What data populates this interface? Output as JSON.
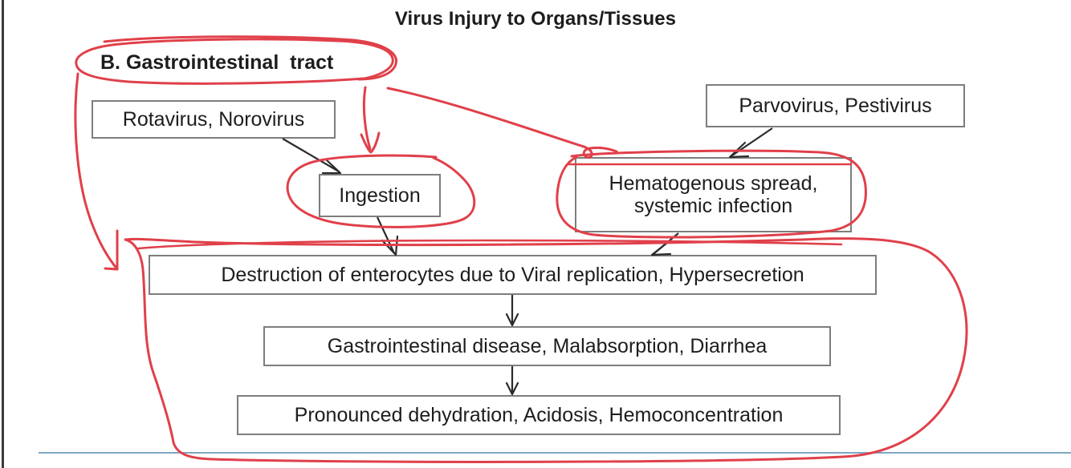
{
  "slide": {
    "title": "Virus Injury to Organs/Tissues",
    "section_heading": "B. Gastrointestinal  tract"
  },
  "nodes": {
    "rotavirus": "Rotavirus, Norovirus",
    "ingestion": "Ingestion",
    "parvovirus": "Parvovirus, Pestivirus",
    "hematogenous_line1": "Hematogenous spread,",
    "hematogenous_line2": "systemic infection",
    "destruction": "Destruction of enterocytes due to Viral replication, Hypersecretion",
    "gi_disease": "Gastrointestinal disease, Malabsorption, Diarrhea",
    "dehydration": "Pronounced dehydration, Acidosis, Hemoconcentration"
  },
  "colors": {
    "annotation_red": "#e0404a",
    "box_border": "#7d7d7d",
    "text": "#1d1d1d",
    "rule_blue": "#7fa6c4",
    "arrow_black": "#2b2b2b"
  },
  "annotations": {
    "heading_ellipse": "red hand-drawn ellipse around section heading",
    "ingestion_ellipse": "red hand-drawn ellipse around Ingestion box",
    "hematogenous_ellipse": "red hand-drawn ellipse around Hematogenous spread box",
    "bottom_loop": "large red hand-drawn loop enclosing the three lower boxes",
    "arrow_heading_to_ingestion": "red arrow from heading down to Ingestion",
    "arrow_heading_to_hematogenous": "red line from heading to Hematogenous spread",
    "arrow_heading_to_destruction": "red arrow curving down left to Destruction box"
  },
  "flow_arrows": [
    {
      "from": "rotavirus",
      "to": "ingestion"
    },
    {
      "from": "parvovirus",
      "to": "hematogenous"
    },
    {
      "from": "ingestion",
      "to": "destruction"
    },
    {
      "from": "hematogenous",
      "to": "destruction"
    },
    {
      "from": "destruction",
      "to": "gi_disease"
    },
    {
      "from": "gi_disease",
      "to": "dehydration"
    }
  ]
}
